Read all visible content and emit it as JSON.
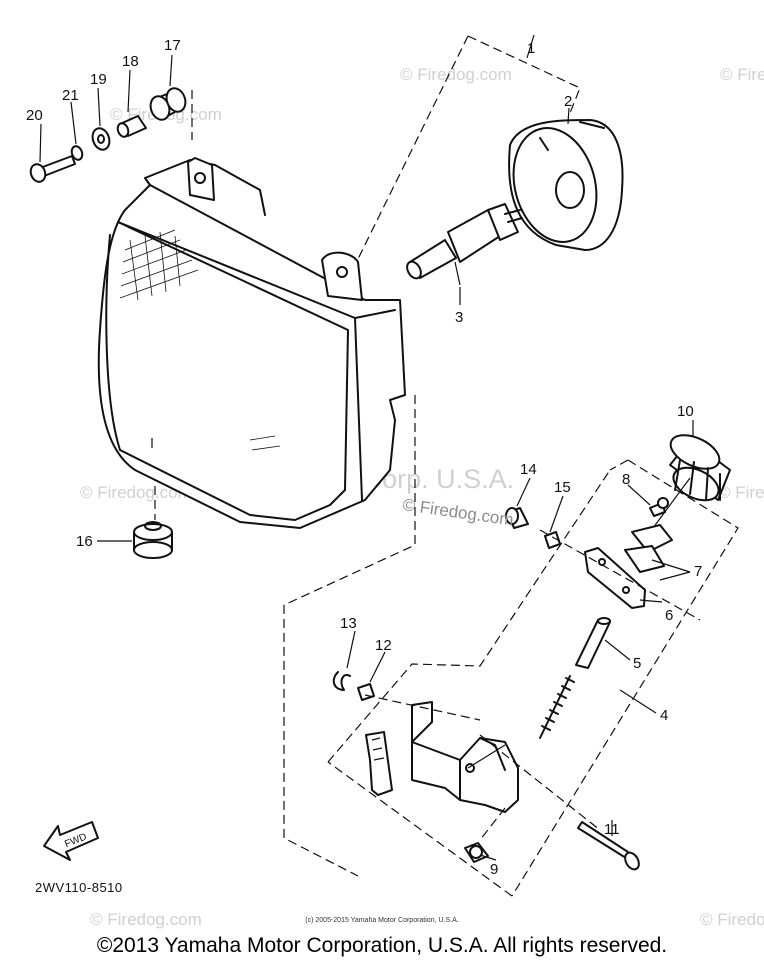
{
  "watermarks": {
    "repeated": "© Firedog.com",
    "center_corp": "Yamaha Motor Corp. U.S.A.",
    "center_site": "© Firedog.com"
  },
  "callouts": [
    "1",
    "2",
    "3",
    "4",
    "5",
    "6",
    "7",
    "8",
    "9",
    "10",
    "11",
    "12",
    "13",
    "14",
    "15",
    "16",
    "17",
    "18",
    "19",
    "20",
    "21"
  ],
  "diagram_code": "2WV110-8510",
  "fwd_arrow_label": "FWD",
  "footer": {
    "small": "(c) 2005-2015 Yamaha Motor Corporation, U.S.A.",
    "copyright": "©2013 Yamaha Motor Corporation, U.S.A. All rights reserved."
  }
}
